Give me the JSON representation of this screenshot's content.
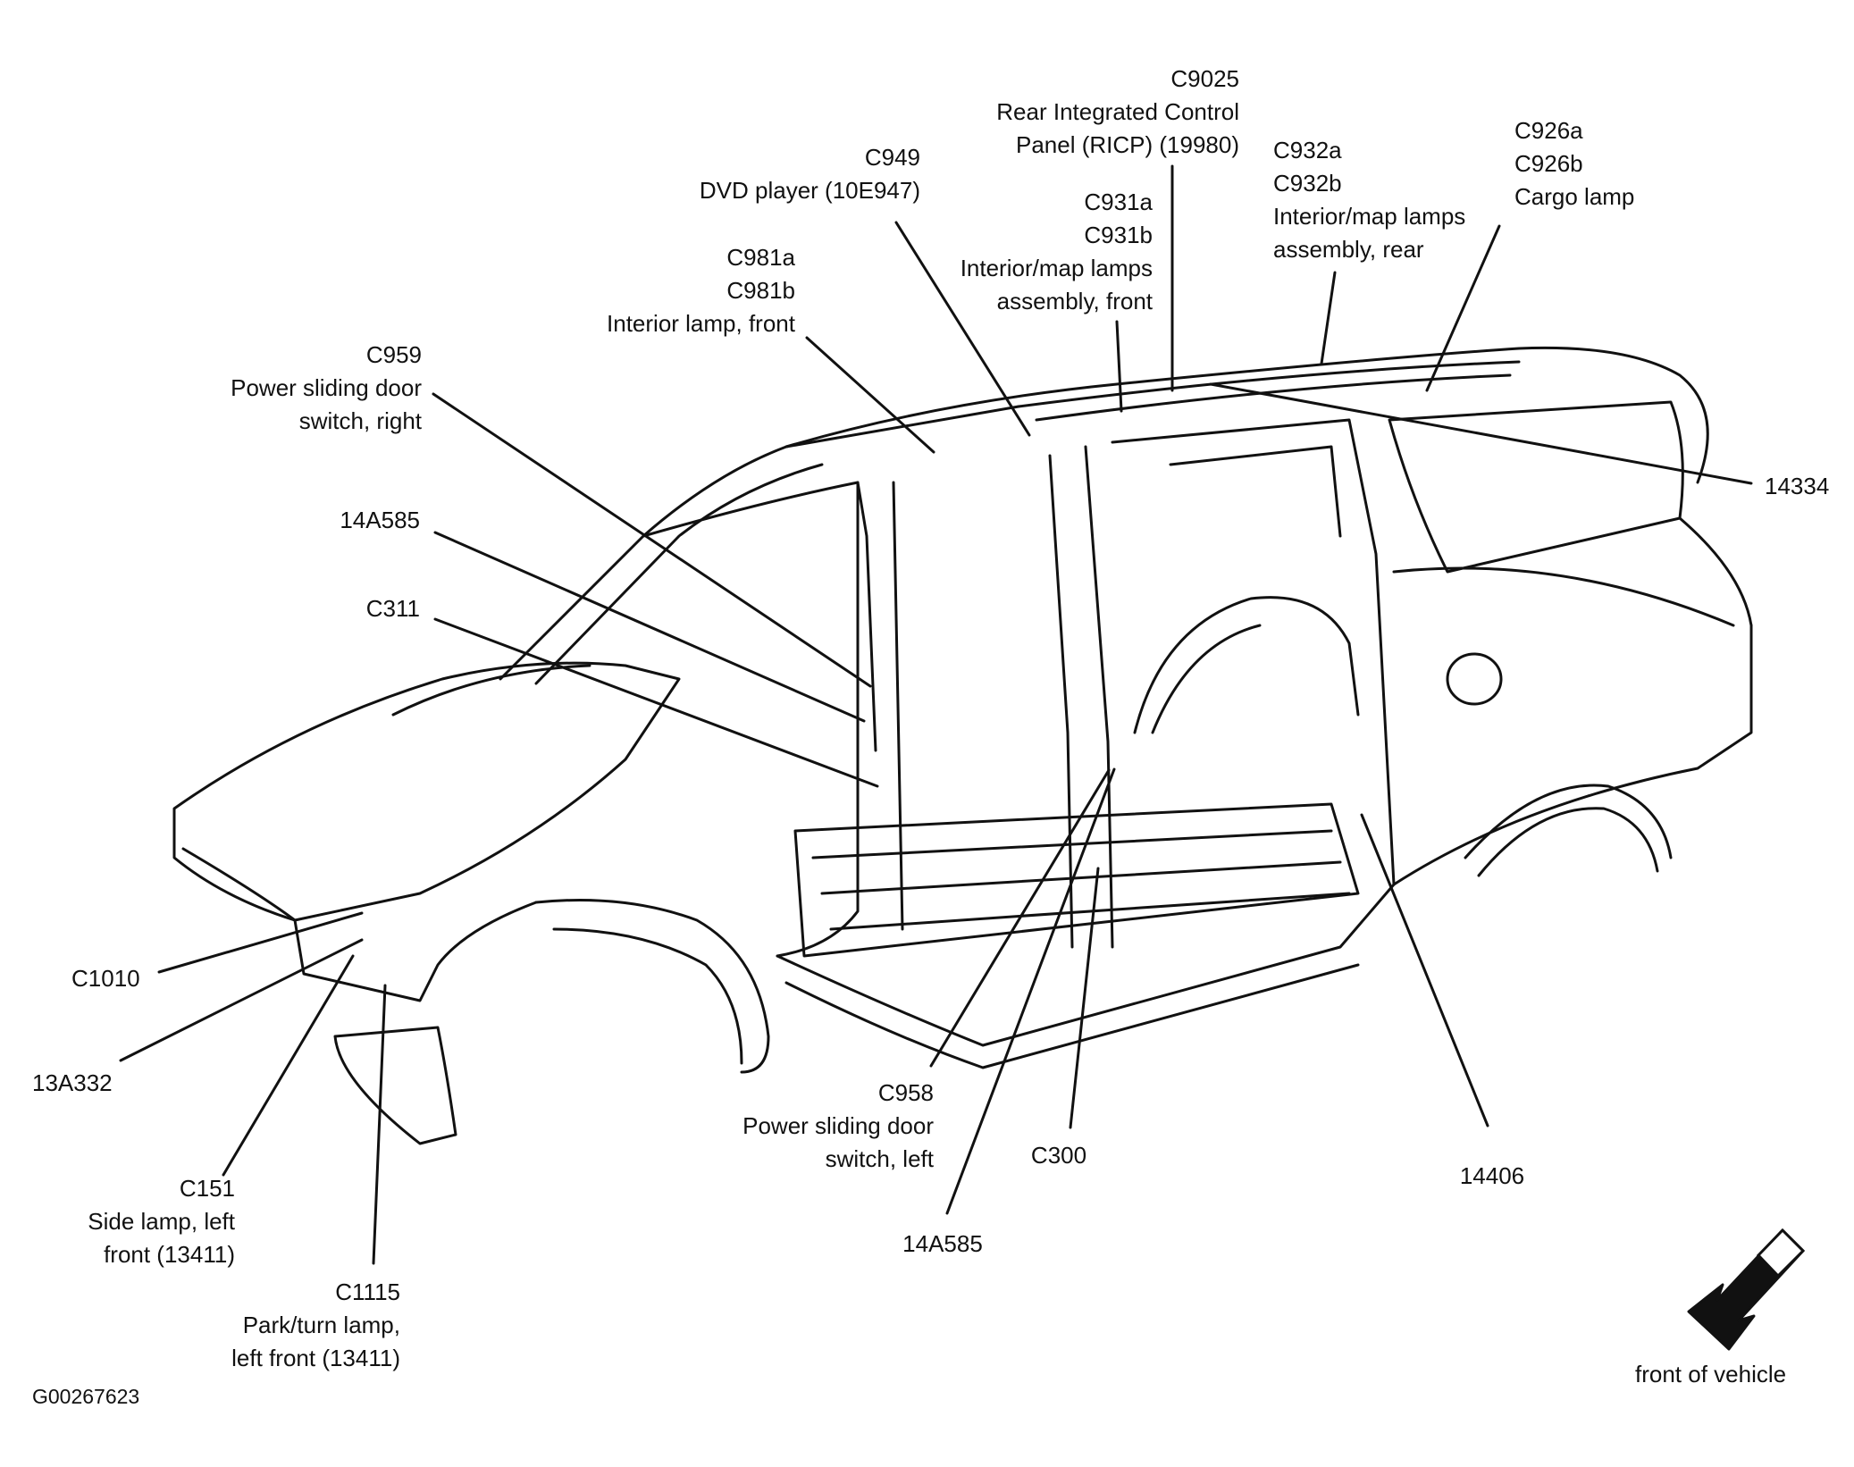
{
  "diagram_id": "G00267623",
  "front_caption": "front of vehicle",
  "labels": {
    "c9025": [
      "C9025",
      "Rear Integrated Control",
      "Panel (RICP) (19980)"
    ],
    "c949": [
      "C949",
      "DVD player (10E947)"
    ],
    "c931": [
      "C931a",
      "C931b",
      "Interior/map lamps",
      "assembly, front"
    ],
    "c932": [
      "C932a",
      "C932b",
      "Interior/map lamps",
      "assembly, rear"
    ],
    "c926": [
      "C926a",
      "C926b",
      "Cargo lamp"
    ],
    "c981": [
      "C981a",
      "C981b",
      "Interior lamp, front"
    ],
    "c959": [
      "C959",
      "Power sliding door",
      "switch, right"
    ],
    "n14a585_top": [
      "14A585"
    ],
    "c311": [
      "C311"
    ],
    "n14334": [
      "14334"
    ],
    "c1010": [
      "C1010"
    ],
    "n13a332": [
      "13A332"
    ],
    "c151": [
      "C151",
      "Side lamp, left",
      "front (13411)"
    ],
    "c1115": [
      "C1115",
      "Park/turn lamp,",
      "left front (13411)"
    ],
    "c958": [
      "C958",
      "Power sliding door",
      "switch, left"
    ],
    "n14a585_bottom": [
      "14A585"
    ],
    "c300": [
      "C300"
    ],
    "n14406": [
      "14406"
    ]
  }
}
